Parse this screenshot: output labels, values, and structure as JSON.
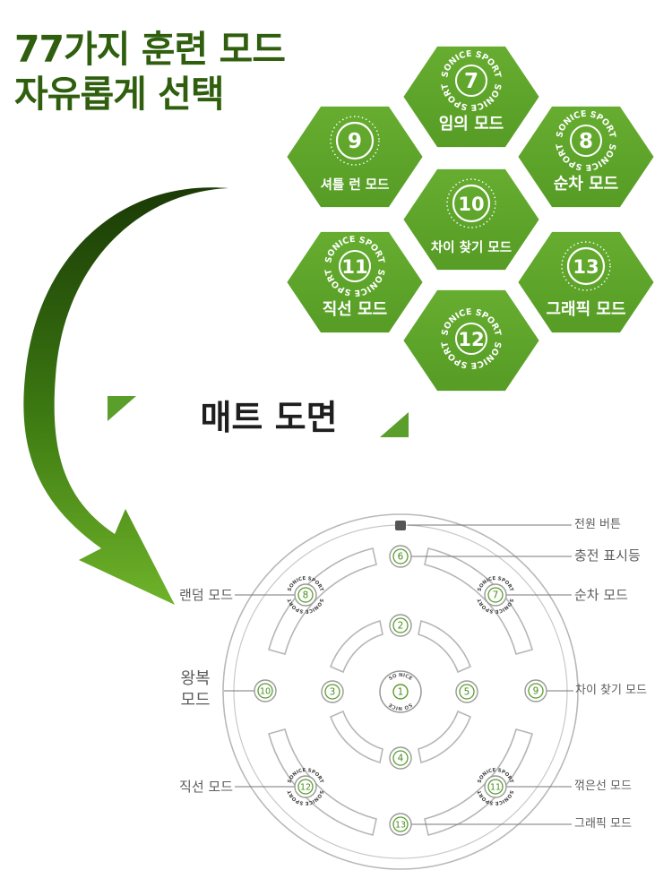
{
  "headline": {
    "line1": "77가지 훈련 모드",
    "line2": "자유롭게 선택"
  },
  "brand": "SONICE SPORT",
  "center_brand": "SO NICE",
  "hex_modes": [
    {
      "number": "7",
      "label": "임의 모드",
      "brand_ring": true
    },
    {
      "number": "8",
      "label": "순차 모드",
      "brand_ring": true
    },
    {
      "number": "9",
      "label": "셔틀 런 모드",
      "brand_ring": false
    },
    {
      "number": "10",
      "label": "차이 찾기 모드",
      "brand_ring": false
    },
    {
      "number": "11",
      "label": "직선 모드",
      "brand_ring": true
    },
    {
      "number": "12",
      "label": "",
      "brand_ring": true
    },
    {
      "number": "13",
      "label": "그래픽 모드",
      "brand_ring": false
    }
  ],
  "mat_title": "매트 도면",
  "mat_nodes": [
    "1",
    "2",
    "3",
    "4",
    "5",
    "6",
    "7",
    "8",
    "9",
    "10",
    "11",
    "12",
    "13"
  ],
  "mat_labels": {
    "power_button": "전원 버튼",
    "charge_indicator": "충전 표시등",
    "sequential": "순차 모드",
    "find_difference": "차이 찾기 모드",
    "zigzag": "꺾은선 모드",
    "graphic": "그래픽 모드",
    "random": "랜덤 모드",
    "round_trip_line1": "왕복",
    "round_trip_line2": "모드",
    "straight": "직선 모드"
  },
  "colors": {
    "hex_fill": "#5fa62b",
    "headline": "#2f5f0e",
    "arrow_dark": "#1a3a06",
    "arrow_light": "#6fb32a",
    "node_green": "#5a9e2b"
  }
}
